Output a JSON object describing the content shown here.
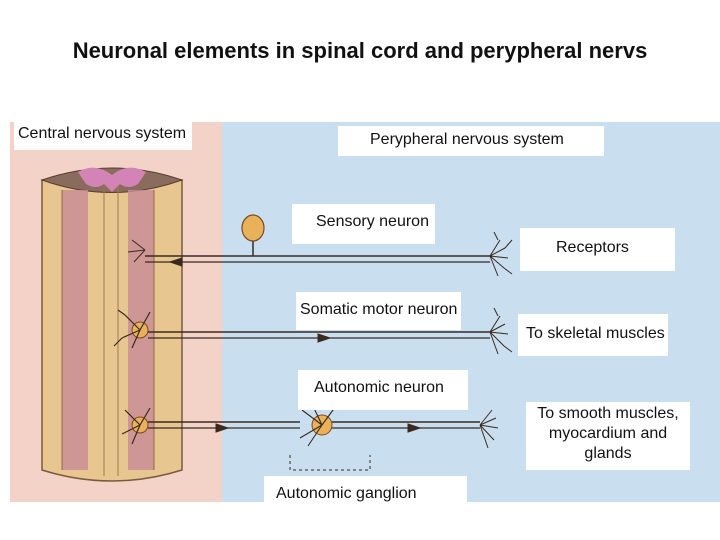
{
  "title": "Neuronal elements in spinal cord and perypheral nervs",
  "labels": {
    "cns": "Central nervous system",
    "pns": "Perypheral nervous system",
    "sensory": "Sensory neuron",
    "receptors": "Receptors",
    "somatic": "Somatic motor neuron",
    "skeletal": "To skeletal muscles",
    "autonomic": "Autonomic neuron",
    "smooth_lines": [
      "To smooth muscles,",
      "myocardium and",
      "glands"
    ],
    "ganglion": "Autonomic ganglion"
  },
  "colors": {
    "cns_background": "#f3d3c8",
    "pns_background": "#c9dff0",
    "nerve_fiber": "#e8c690",
    "spinal_tissue": "#c98d97",
    "grey_matter": "#d383b6",
    "neuron_body": "#e8b15a"
  }
}
